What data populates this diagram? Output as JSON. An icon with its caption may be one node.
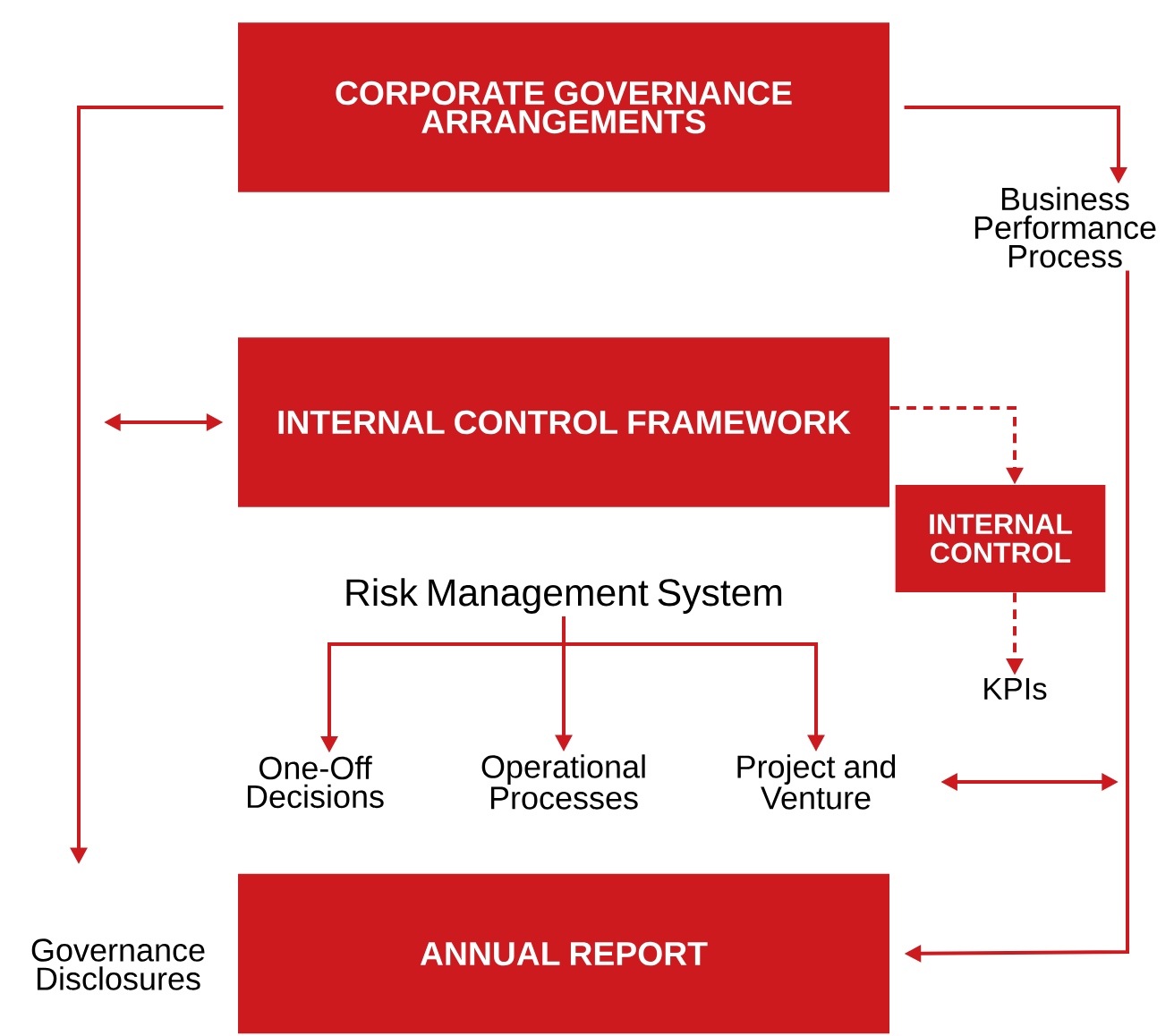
{
  "diagram": {
    "nodes": [
      {
        "text": [
          "CORPORATE GOVERNANCE ARRANGEMENTS"
        ]
      },
      {
        "text": [
          "Business Performance Process"
        ]
      },
      {
        "text": [
          "INTERNAL CONTROL FRAMEWORK"
        ]
      },
      {
        "text": [
          "INTERNAL CONTROL"
        ]
      },
      {
        "text": [
          "KPIs"
        ]
      },
      {
        "text": [
          "Risk Management System"
        ]
      },
      {
        "text": [
          "One-Off Decisions"
        ]
      },
      {
        "text": [
          "Operational Processes"
        ]
      },
      {
        "text": [
          "Project and Venture"
        ]
      },
      {
        "text": [
          "ANNUAL REPORT"
        ]
      },
      {
        "text": [
          "Governance Disclosures"
        ]
      }
    ],
    "edges": [
      {
        "from": 0,
        "to": 1,
        "arrow": "to"
      },
      {
        "from": 0,
        "to": 10,
        "arrow": "to"
      },
      {
        "from": null,
        "to": 2,
        "arrow": "both"
      },
      {
        "from": 2,
        "to": 3,
        "arrow": "to",
        "style": "dashed"
      },
      {
        "from": 3,
        "to": 4,
        "arrow": "to",
        "style": "dashed"
      },
      {
        "from": 5,
        "to": 6,
        "arrow": "to"
      },
      {
        "from": 5,
        "to": 7,
        "arrow": "to"
      },
      {
        "from": 5,
        "to": 8,
        "arrow": "to"
      },
      {
        "from": 8,
        "to": null,
        "arrow": "both"
      },
      {
        "from": 1,
        "to": 9,
        "arrow": "to"
      }
    ]
  }
}
